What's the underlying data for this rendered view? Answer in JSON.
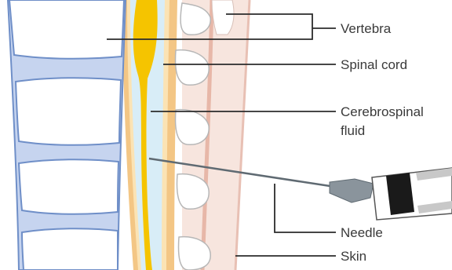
{
  "labels": {
    "vertebra": "Vertebra",
    "spinal_cord": "Spinal cord",
    "csf_line1": "Cerebrospinal",
    "csf_line2": "fluid",
    "needle": "Needle",
    "skin": "Skin"
  },
  "colors": {
    "vertebra_body_fill": "#ffffff",
    "vertebra_body_outline": "#6f8fc8",
    "disc": "#a9bde6",
    "spinal_cord": "#f5c400",
    "csf": "#d7ecf7",
    "dura": "#f4c889",
    "tissue": "#f6e3dc",
    "skin_line": "#e0a79a",
    "needle_body": "#7f8a94",
    "syringe_cap": "#1a1a1a",
    "leader_line": "#2b2b2b"
  }
}
